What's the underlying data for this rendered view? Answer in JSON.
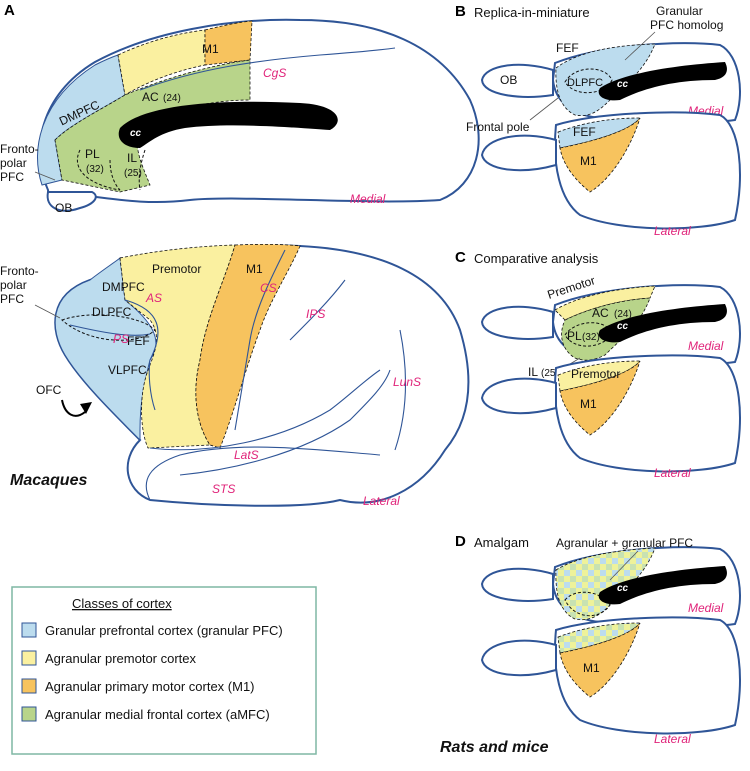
{
  "colors": {
    "granular_pfc": "#bcdcee",
    "premotor": "#faf0a0",
    "m1": "#f7c35e",
    "amfc": "#b8d48a",
    "outline": "#2f5597",
    "sulcus_label": "#e0247a",
    "legend_border": "#7fb7a4"
  },
  "panels": {
    "A": {
      "letter": "A",
      "species": "Macaques",
      "medial": {
        "regions": [
          "M1",
          "AC",
          "(24)",
          "DMPFC",
          "PL",
          "(32)",
          "IL",
          "(25)",
          "Fronto-",
          "polar",
          "PFC",
          "OB"
        ],
        "sulci": [
          "CgS"
        ],
        "view": "Medial",
        "cc": "cc"
      },
      "lateral": {
        "regions": [
          "Premotor",
          "M1",
          "DMPFC",
          "DLPFC",
          "FEF",
          "VLPFC",
          "Fronto-",
          "polar",
          "PFC",
          "OFC"
        ],
        "sulci": [
          "AS",
          "CS",
          "PS",
          "IPS",
          "LunS",
          "LatS",
          "STS"
        ],
        "view": "Lateral"
      }
    },
    "B": {
      "letter": "B",
      "title": "Replica-in-miniature",
      "labels": [
        "FEF",
        "Granular",
        "PFC homolog",
        "OB",
        "DLPFC",
        "Frontal pole",
        "FEF",
        "M1"
      ],
      "medial_view": "Medial",
      "lateral_view": "Lateral",
      "cc": "cc"
    },
    "C": {
      "letter": "C",
      "title": "Comparative analysis",
      "labels": [
        "Premotor",
        "AC",
        "(24)",
        "PL",
        "(32)",
        "IL",
        "(25)",
        "Premotor",
        "M1"
      ],
      "medial_view": "Medial",
      "lateral_view": "Lateral",
      "cc": "cc"
    },
    "D": {
      "letter": "D",
      "title": "Amalgam",
      "labels": [
        "Agranular + granular PFC",
        "M1"
      ],
      "medial_view": "Medial",
      "lateral_view": "Lateral",
      "cc": "cc",
      "species": "Rats and mice"
    }
  },
  "legend": {
    "title": "Classes of cortex",
    "items": [
      {
        "label": "Granular prefrontal cortex (granular PFC)",
        "color": "#bcdcee"
      },
      {
        "label": "Agranular premotor cortex",
        "color": "#faf0a0"
      },
      {
        "label": "Agranular primary motor cortex (M1)",
        "color": "#f7c35e"
      },
      {
        "label": "Agranular medial frontal cortex (aMFC)",
        "color": "#b8d48a"
      }
    ]
  }
}
